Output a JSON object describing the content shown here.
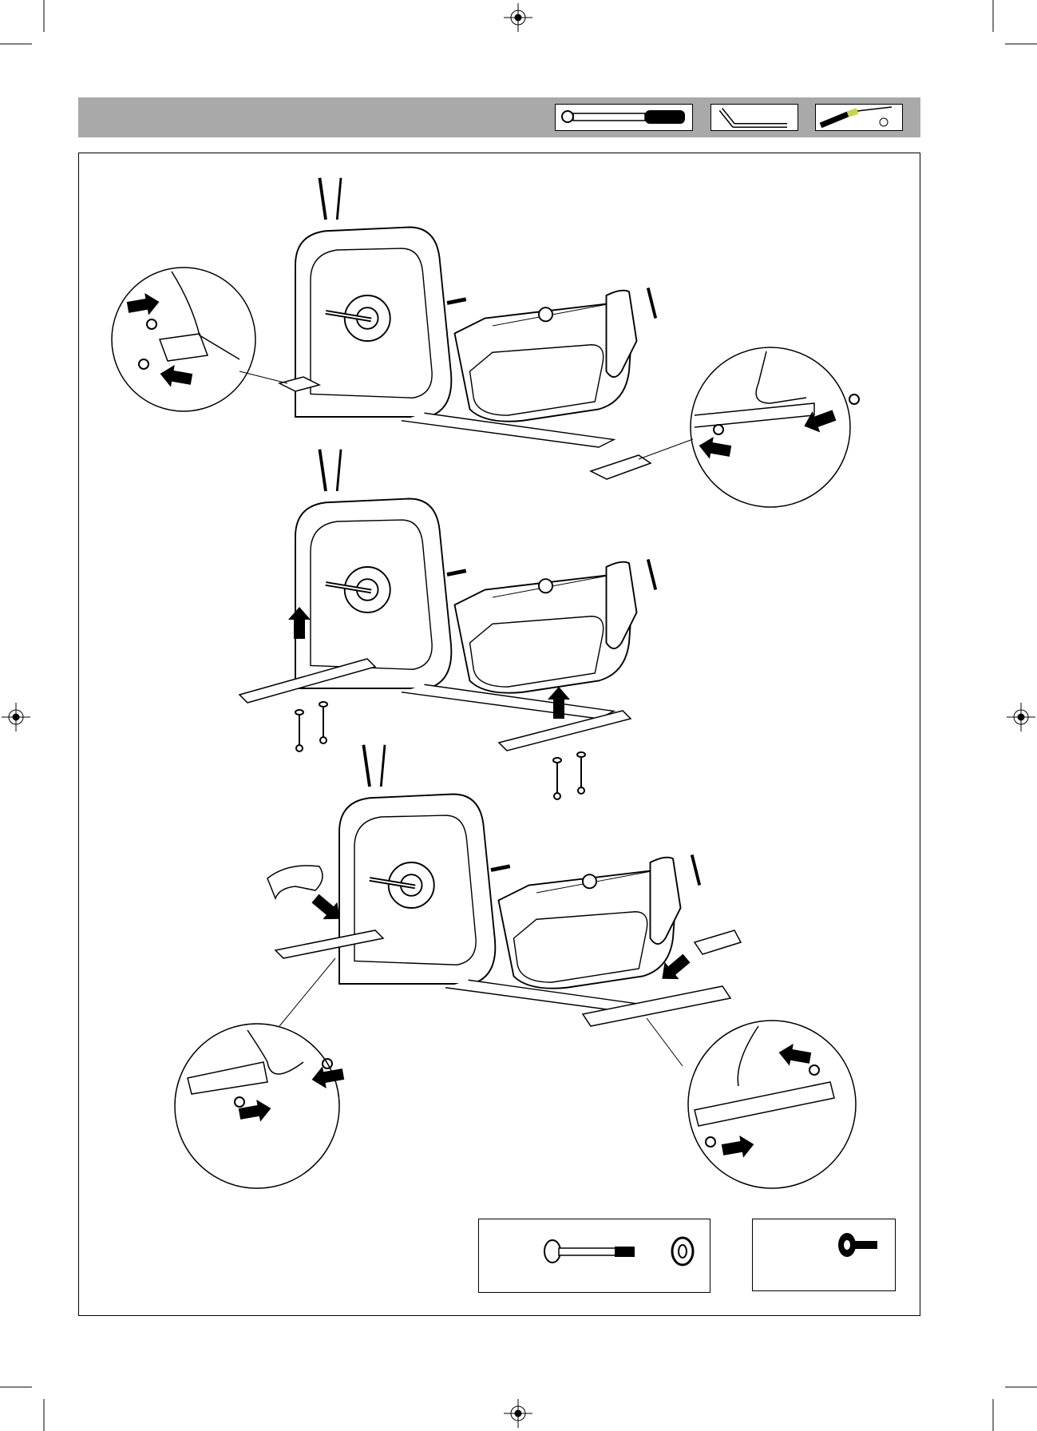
{
  "header": {
    "bar_color": "#a9a9a9",
    "tools": [
      {
        "icon": "torque-wrench-icon"
      },
      {
        "icon": "allen-key-icon"
      },
      {
        "icon": "screwdriver-icon"
      }
    ]
  },
  "steps": [
    {
      "name": "remove-transport-screws",
      "icon": "cross-trainer-side-view"
    },
    {
      "name": "attach-stabilizers",
      "icon": "cross-trainer-with-stabilizers"
    },
    {
      "name": "fit-stabilizer-covers",
      "icon": "cross-trainer-with-covers"
    }
  ],
  "parts": [
    {
      "icon": "carriage-bolt-and-washer-icon"
    },
    {
      "icon": "cover-screw-icon"
    }
  ]
}
